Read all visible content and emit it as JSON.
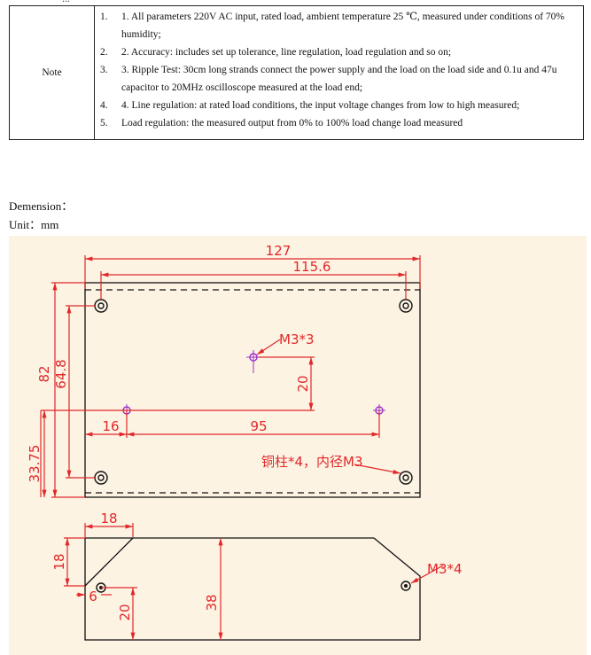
{
  "heading_cut": "...",
  "note_table": {
    "label": "Note",
    "items": [
      {
        "num": "1.",
        "text": "1. All parameters 220V AC input, rated load, ambient temperature 25 ℃, measured under conditions of 70% humidity;"
      },
      {
        "num": "2.",
        "text": "2. Accuracy: includes set up tolerance, line regulation, load regulation and so on;"
      },
      {
        "num": "3.",
        "text": "3. Ripple Test: 30cm long strands connect the power supply and the load on the load side and 0.1u and 47u capacitor to 20MHz oscilloscope measured at the load end;"
      },
      {
        "num": "4.",
        "text": "4. Line regulation: at rated load conditions, the input voltage changes from low to high measured;"
      },
      {
        "num": "5.",
        "text": "Load regulation: the measured output from 0% to 100% load change load measured"
      }
    ]
  },
  "dimension": {
    "title": "Demension：",
    "unit": "Unit：mm"
  },
  "drawing": {
    "labels": {
      "width_total": "127",
      "width_holes": "115.6",
      "height_total": "82",
      "height_holes": "64.8",
      "mount_screw": "M3*3",
      "offset_20": "20",
      "height_33": "33.75",
      "offset_16": "16",
      "spacing_95": "95",
      "standoff_note": "铜柱*4，内径M3",
      "side_18_w": "18",
      "side_18_h": "18",
      "side_6": "6",
      "side_20": "20",
      "side_38": "38",
      "side_screw": "M3*4"
    },
    "colors": {
      "background": "#fdf3e3",
      "dimension": "#e0282a",
      "outline": "#111111",
      "hole_mark": "#9b30c8"
    }
  }
}
